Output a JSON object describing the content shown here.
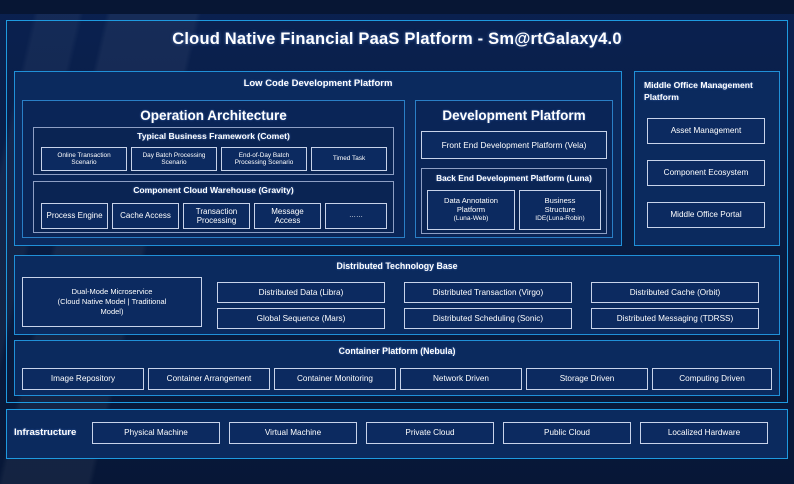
{
  "title": "Cloud Native Financial PaaS Platform - Sm@rtGalaxy4.0",
  "colors": {
    "background": "#081c44",
    "accent_border": "#1e9ae0",
    "panel_fill": "#0b2a5e",
    "cell_border": "#c8d3ea",
    "text": "#ffffff"
  },
  "low_code": {
    "header": "Low Code Development Platform",
    "operation_architecture": {
      "header": "Operation Architecture",
      "typical_business_framework": {
        "header": "Typical Business Framework (Comet)",
        "items": [
          "Online Transaction Scenario",
          "Day Batch Processing Scenario",
          "End-of-Day Batch Processing Scenario",
          "Timed Task"
        ]
      },
      "component_cloud_warehouse": {
        "header": "Component Cloud Warehouse (Gravity)",
        "items": [
          "Process Engine",
          "Cache Access",
          "Transaction Processing",
          "Message Access",
          "……"
        ]
      }
    },
    "development_platform": {
      "header": "Development Platform",
      "front_end": "Front End Development Platform (Vela)",
      "back_end": {
        "header": "Back End Development Platform (Luna)",
        "items": [
          {
            "line1": "Data Annotation",
            "line2": "Platform",
            "line3": "(Luna-Web)"
          },
          {
            "line1": "Business",
            "line2": "Structure",
            "line3": "IDE(Luna-Robin)"
          }
        ]
      }
    }
  },
  "middle_office": {
    "header": "Middle Office Management Platform",
    "items": [
      "Asset Management",
      "Component Ecosystem",
      "Middle Office Portal"
    ]
  },
  "distributed_technology_base": {
    "header": "Distributed Technology Base",
    "dual_mode": {
      "line1": "Dual-Mode Microservice",
      "line2": "(Cloud Native Model | Traditional",
      "line3": "Model)"
    },
    "row1": [
      "Distributed Data (Libra)",
      "Distributed Transaction (Virgo)",
      "Distributed Cache (Orbit)"
    ],
    "row2": [
      "Global Sequence (Mars)",
      "Distributed Scheduling (Sonic)",
      "Distributed Messaging (TDRSS)"
    ]
  },
  "container_platform": {
    "header": "Container Platform (Nebula)",
    "items": [
      "Image Repository",
      "Container Arrangement",
      "Container Monitoring",
      "Network Driven",
      "Storage Driven",
      "Computing Driven"
    ]
  },
  "infrastructure": {
    "label": "Infrastructure",
    "items": [
      "Physical Machine",
      "Virtual Machine",
      "Private Cloud",
      "Public Cloud",
      "Localized Hardware"
    ]
  }
}
